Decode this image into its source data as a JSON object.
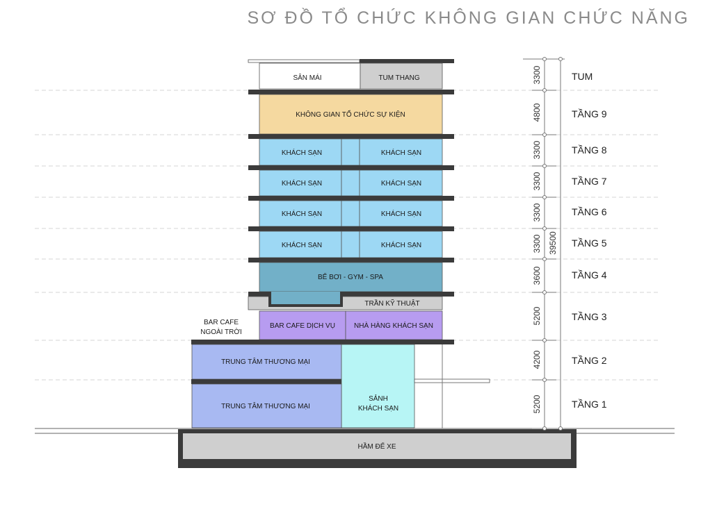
{
  "title": "SƠ ĐỒ TỔ CHỨC KHÔNG GIAN CHỨC NĂNG",
  "colors": {
    "slab": "#3b3b3b",
    "outline": "#555555",
    "gray_room": "#cfcfcf",
    "event": "#f5d9a0",
    "hotel": "#9dd8f4",
    "pool": "#72b0c8",
    "cafe": "#b79cf0",
    "mall": "#a8b9f2",
    "lobby": "#b7f5f5",
    "basement_outer": "#3b3b3b",
    "basement_inner": "#cfcfcf"
  },
  "floors": [
    {
      "name": "TUM",
      "height": "3300"
    },
    {
      "name": "TẦNG 9",
      "height": "4800"
    },
    {
      "name": "TẦNG 8",
      "height": "3300"
    },
    {
      "name": "TẦNG 7",
      "height": "3300"
    },
    {
      "name": "TẦNG 6",
      "height": "3300"
    },
    {
      "name": "TẦNG 5",
      "height": "3300"
    },
    {
      "name": "TẦNG 4",
      "height": "3600"
    },
    {
      "name": "TẦNG 3",
      "height": "5200"
    },
    {
      "name": "TẦNG 2",
      "height": "4200"
    },
    {
      "name": "TẦNG 1",
      "height": "5200"
    }
  ],
  "total_height": "39500",
  "rooms": {
    "roof_deck": "SÂN MÁI",
    "stair_tower": "TUM THANG",
    "event_space": "KHÔNG GIAN TỔ CHỨC SỰ KIỆN",
    "hotel": "KHÁCH SẠN",
    "pool_gym_spa": "BỂ BƠI - GYM - SPA",
    "technical_ceiling": "TRẦN KỸ THUẬT",
    "bar_cafe_service": "BAR CAFE DỊCH VỤ",
    "hotel_restaurant": "NHÀ HÀNG KHÁCH SẠN",
    "bar_cafe_outdoor_1": "BAR CAFE",
    "bar_cafe_outdoor_2": "NGOÀI TRỜI",
    "mall": "TRUNG TÂM THƯƠNG MẠI",
    "lobby_1": "SẢNH",
    "lobby_2": "KHÁCH SẠN",
    "basement": "HẦM ĐỂ XE"
  }
}
